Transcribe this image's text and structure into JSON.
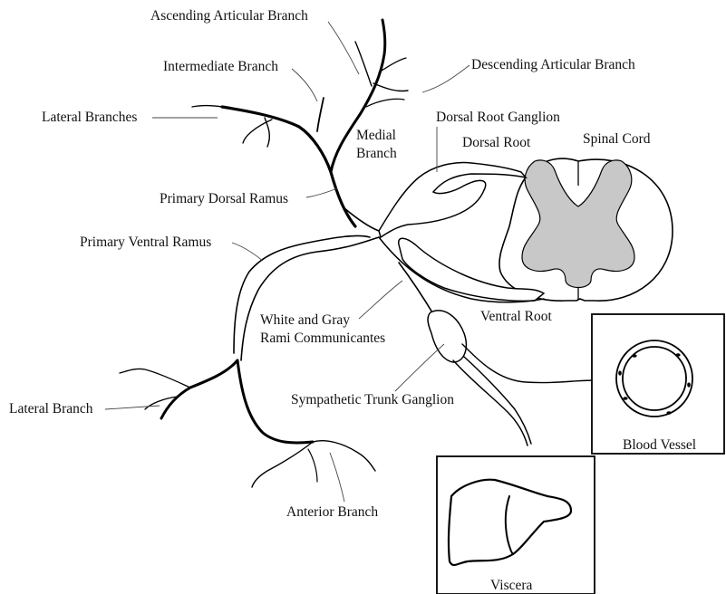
{
  "labels": {
    "ascending_articular_branch": "Ascending Articular Branch",
    "intermediate_branch": "Intermediate Branch",
    "descending_articular_branch": "Descending Articular Branch",
    "lateral_branches": "Lateral Branches",
    "dorsal_root_ganglion": "Dorsal Root Ganglion",
    "medial_branch_line1": "Medial",
    "medial_branch_line2": "Branch",
    "dorsal_root": "Dorsal Root",
    "spinal_cord": "Spinal Cord",
    "primary_dorsal_ramus": "Primary Dorsal Ramus",
    "primary_ventral_ramus": "Primary Ventral Ramus",
    "white_gray_rami_line1": "White and Gray",
    "white_gray_rami_line2": "Rami Communicantes",
    "ventral_root": "Ventral Root",
    "lateral_branch": "Lateral Branch",
    "sympathetic_trunk_ganglion": "Sympathetic Trunk Ganglion",
    "blood_vessel": "Blood Vessel",
    "anterior_branch": "Anterior Branch",
    "viscera": "Viscera"
  },
  "colors": {
    "line": "#000000",
    "gray_matter": "#c8c8c8",
    "background": "#ffffff"
  }
}
